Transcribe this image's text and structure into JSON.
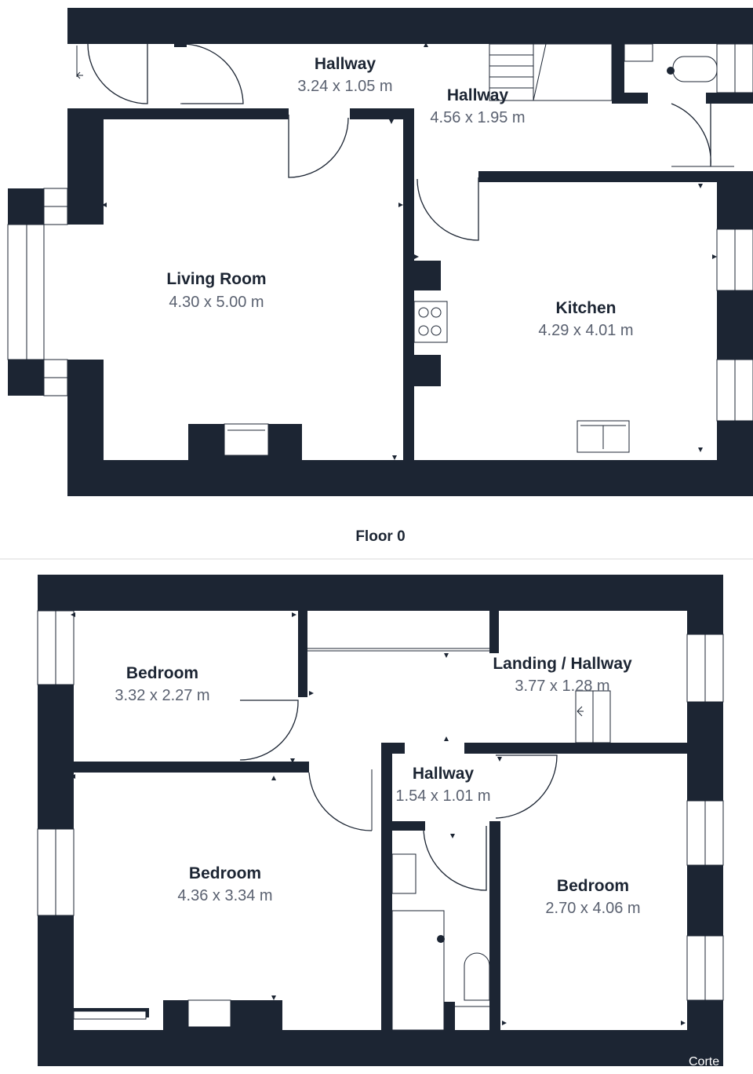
{
  "floors": [
    {
      "label": "Floor 0",
      "rooms": [
        {
          "name": "Hallway",
          "dims": "3.24 x 1.05 m"
        },
        {
          "name": "Hallway",
          "dims": "4.56 x 1.95 m"
        },
        {
          "name": "Living Room",
          "dims": "4.30 x 5.00 m"
        },
        {
          "name": "Kitchen",
          "dims": "4.29 x 4.01 m"
        }
      ]
    },
    {
      "label": "",
      "rooms": [
        {
          "name": "Bedroom",
          "dims": "3.32 x 2.27 m"
        },
        {
          "name": "Landing / Hallway",
          "dims": "3.77 x 1.28 m"
        },
        {
          "name": "Hallway",
          "dims": "1.54 x 1.01 m"
        },
        {
          "name": "Bedroom",
          "dims": "4.36 x 3.34 m"
        },
        {
          "name": "Bedroom",
          "dims": "2.70 x 4.06 m"
        }
      ]
    }
  ],
  "credit": "Corte",
  "colors": {
    "wall": "#1c2533",
    "dimension_text": "#5a6170",
    "background": "#ffffff",
    "divider": "#d9d9d9"
  }
}
